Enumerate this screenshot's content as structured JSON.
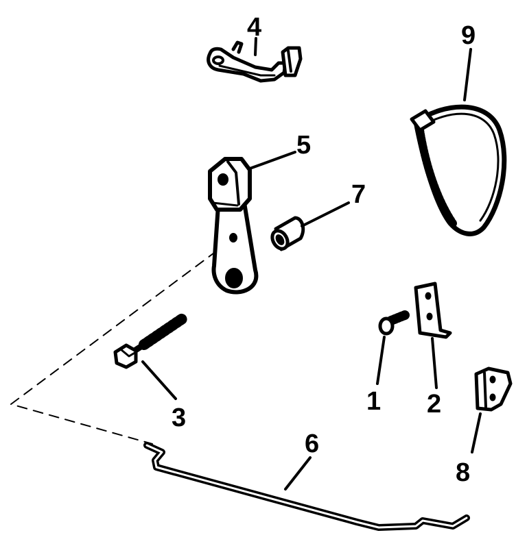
{
  "parts": [
    {
      "id": "1",
      "label": "1",
      "icon": "screw-icon"
    },
    {
      "id": "2",
      "label": "2",
      "icon": "bracket-plate-icon"
    },
    {
      "id": "3",
      "label": "3",
      "icon": "bolt-icon"
    },
    {
      "id": "4",
      "label": "4",
      "icon": "throttle-lever-icon"
    },
    {
      "id": "5",
      "label": "5",
      "icon": "lever-arm-icon"
    },
    {
      "id": "6",
      "label": "6",
      "icon": "link-rod-icon"
    },
    {
      "id": "7",
      "label": "7",
      "icon": "bushing-icon"
    },
    {
      "id": "8",
      "label": "8",
      "icon": "clip-icon"
    },
    {
      "id": "9",
      "label": "9",
      "icon": "hose-clamp-icon"
    }
  ],
  "colors": {
    "ink": "#000000",
    "paper": "#ffffff"
  }
}
